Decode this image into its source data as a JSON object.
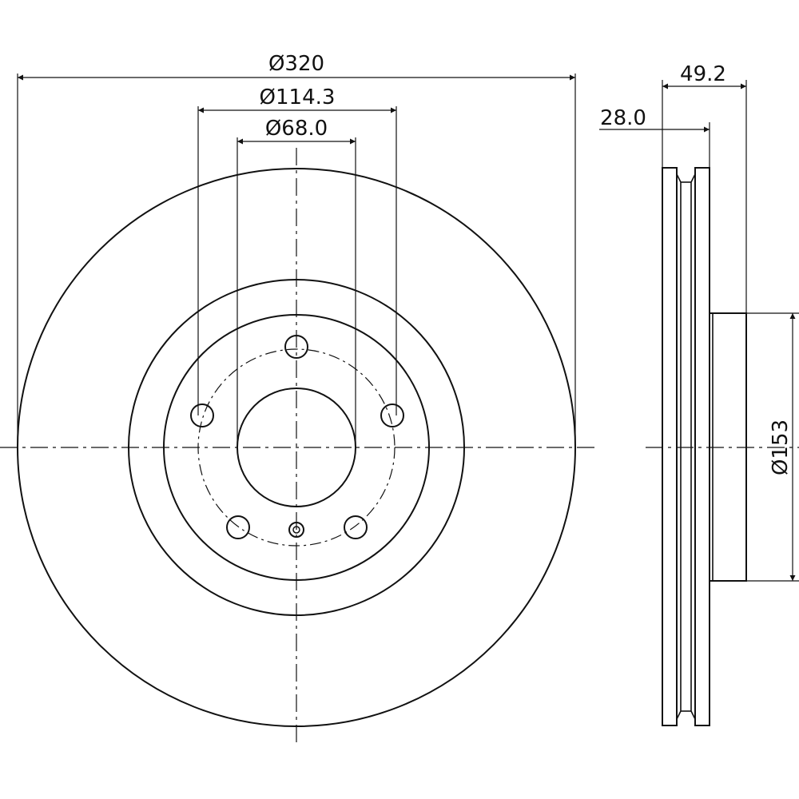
{
  "drawing": {
    "front_view": {
      "outer_diameter_label": "Ø320",
      "bolt_circle_label": "Ø114.3",
      "center_bore_label": "Ø68.0"
    },
    "side_view": {
      "total_height_label": "49.2",
      "disc_thickness_label": "28.0",
      "hat_diameter_label": "Ø153"
    },
    "colors": {
      "line": "#111111",
      "background": "#ffffff"
    }
  }
}
